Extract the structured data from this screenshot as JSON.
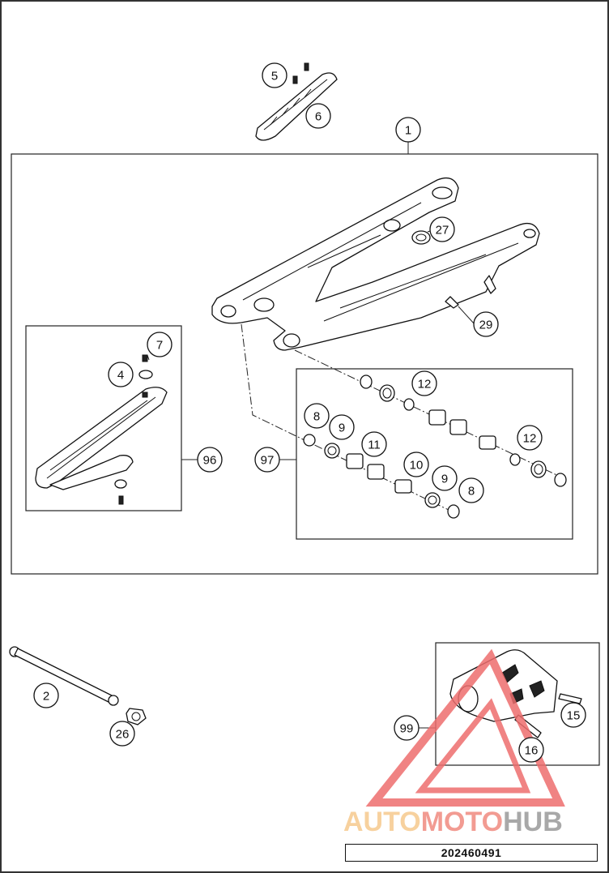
{
  "diagram": {
    "callouts": {
      "c1": "1",
      "c2": "2",
      "c4": "4",
      "c5": "5",
      "c6": "6",
      "c7": "7",
      "c8a": "8",
      "c8b": "8",
      "c9a": "9",
      "c9b": "9",
      "c10": "10",
      "c11": "11",
      "c12a": "12",
      "c12b": "12",
      "c15": "15",
      "c16": "16",
      "c26": "26",
      "c27": "27",
      "c29": "29",
      "c96": "96",
      "c97": "97",
      "c99": "99"
    },
    "drawing_number": "202460491"
  },
  "watermark": {
    "part1": "AUTO",
    "part2": "MOTO",
    "part3": "HUB",
    "colors": {
      "auto": "#f6c98e",
      "moto": "#f08a80",
      "hub": "#9a9a9a",
      "triangle": "#ee6e6e"
    }
  }
}
